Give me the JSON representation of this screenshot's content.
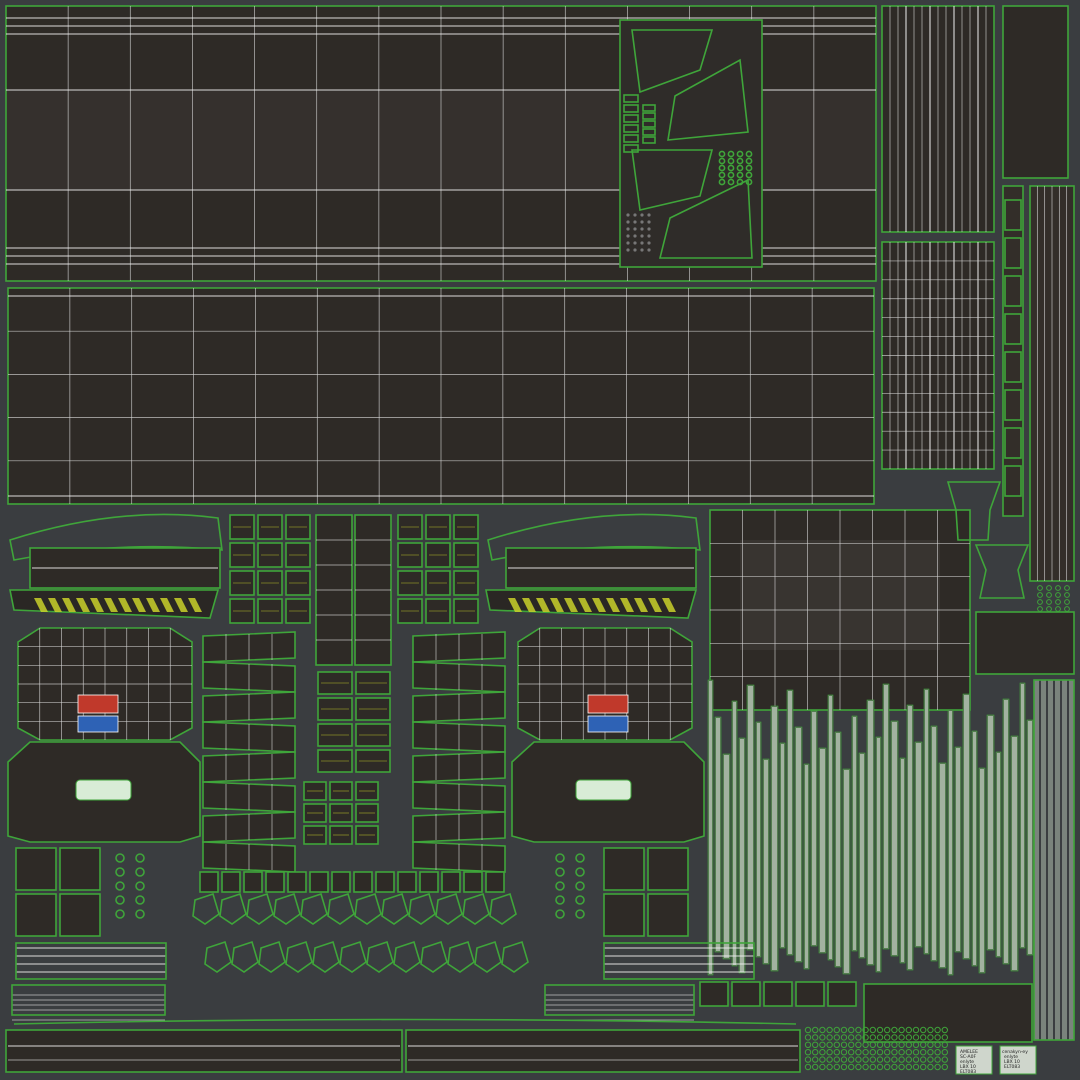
{
  "sheet": {
    "background": "#3a3d40",
    "panel_color": "#2e2a26",
    "seam_color": "#3fa53a",
    "wire_color": "#d7d7d7",
    "hazard_colors": [
      "#c9d12a",
      "#1f1f1f"
    ],
    "decal_colors": [
      "#c0392b",
      "#2e62b5",
      "#3fa53a"
    ]
  },
  "decals": {
    "plate_a": [
      "AMELEE",
      "SC-A0F",
      "enlyte",
      "LBX 10",
      "ELT083"
    ],
    "plate_b": [
      "cenakyn-ey",
      "enlyte",
      "LBX 10",
      "ELT083"
    ]
  }
}
